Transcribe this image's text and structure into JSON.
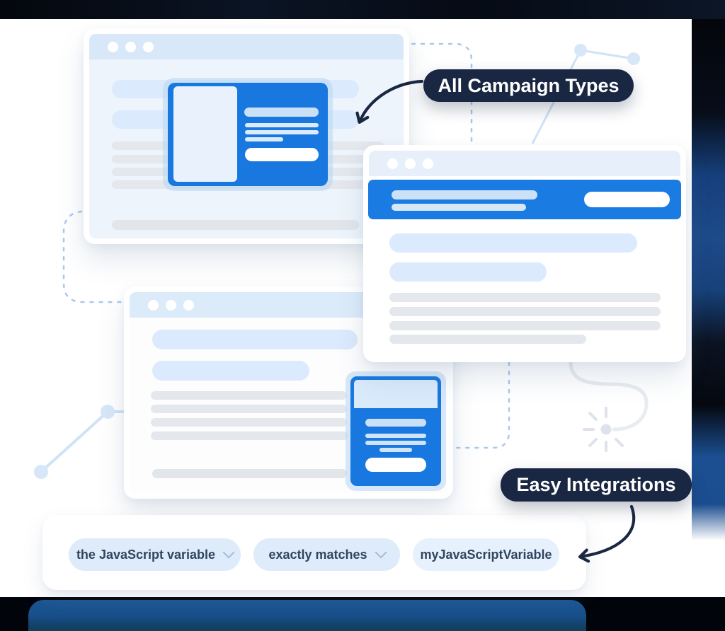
{
  "illustration": {
    "badges": {
      "campaign_types": {
        "label": "All Campaign Types"
      },
      "easy_integrations": {
        "label": "Easy Integrations"
      }
    },
    "builder_bar": {
      "condition_subject": {
        "type": "dropdown",
        "value": "the JavaScript variable"
      },
      "condition_operator": {
        "type": "dropdown",
        "value": "exactly matches"
      },
      "condition_value": {
        "type": "input",
        "value": "myJavaScriptVariable"
      }
    },
    "colors": {
      "primary_blue": "#1A7CE2",
      "dark_navy": "#1A2743",
      "light_blue_fill": "#DBEAFC",
      "skeleton_gray": "#E4E7EC",
      "bottom_band_blue": "#17518B"
    }
  }
}
